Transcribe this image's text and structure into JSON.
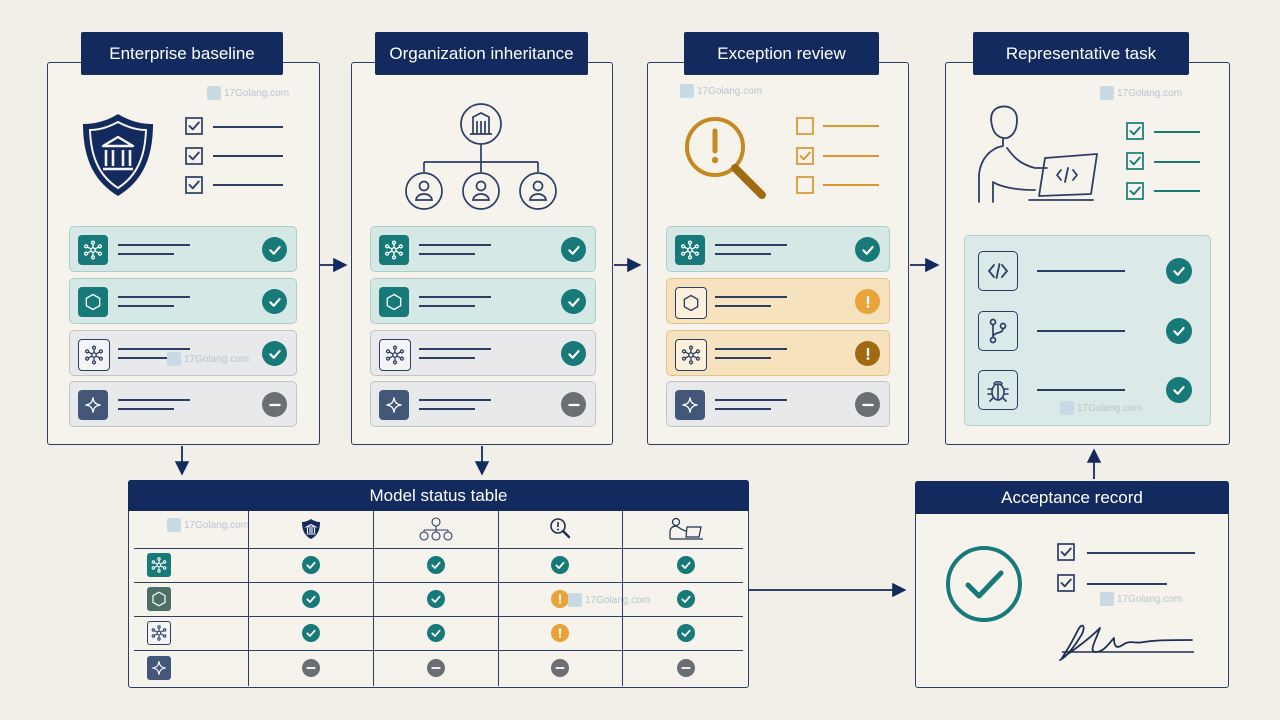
{
  "panels": {
    "enterprise_baseline": {
      "title": "Enterprise baseline"
    },
    "organization_inheritance": {
      "title": "Organization inheritance"
    },
    "exception_review": {
      "title": "Exception review"
    },
    "representative_task": {
      "title": "Representative task"
    },
    "model_status_table": {
      "title": "Model status table"
    },
    "acceptance_record": {
      "title": "Acceptance record"
    }
  },
  "watermark": "17Golang.com",
  "colors": {
    "navy": "#132a5e",
    "teal": "#177a78",
    "gray": "#6b6f74",
    "amber": "#e8a33a",
    "brown": "#a06a12"
  },
  "rows": {
    "enterprise_baseline": [
      "approved",
      "approved",
      "approved",
      "blocked"
    ],
    "organization_inheritance": [
      "approved",
      "approved",
      "approved",
      "blocked"
    ],
    "exception_review": [
      "approved",
      "warning",
      "warning",
      "blocked"
    ],
    "representative_task": [
      "approved",
      "approved",
      "approved"
    ]
  },
  "table": {
    "columns": [
      "shield-bank-icon",
      "org-tree-icon",
      "magnify-alert-icon",
      "person-laptop-icon"
    ],
    "rows": [
      {
        "model": "network-icon",
        "status": [
          "approved",
          "approved",
          "approved",
          "approved"
        ]
      },
      {
        "model": "hexagon-icon",
        "status": [
          "approved",
          "approved",
          "warning",
          "approved"
        ]
      },
      {
        "model": "network-icon",
        "status": [
          "approved",
          "approved",
          "warning",
          "approved"
        ]
      },
      {
        "model": "sparkle-icon",
        "status": [
          "blocked",
          "blocked",
          "blocked",
          "blocked"
        ]
      }
    ]
  }
}
